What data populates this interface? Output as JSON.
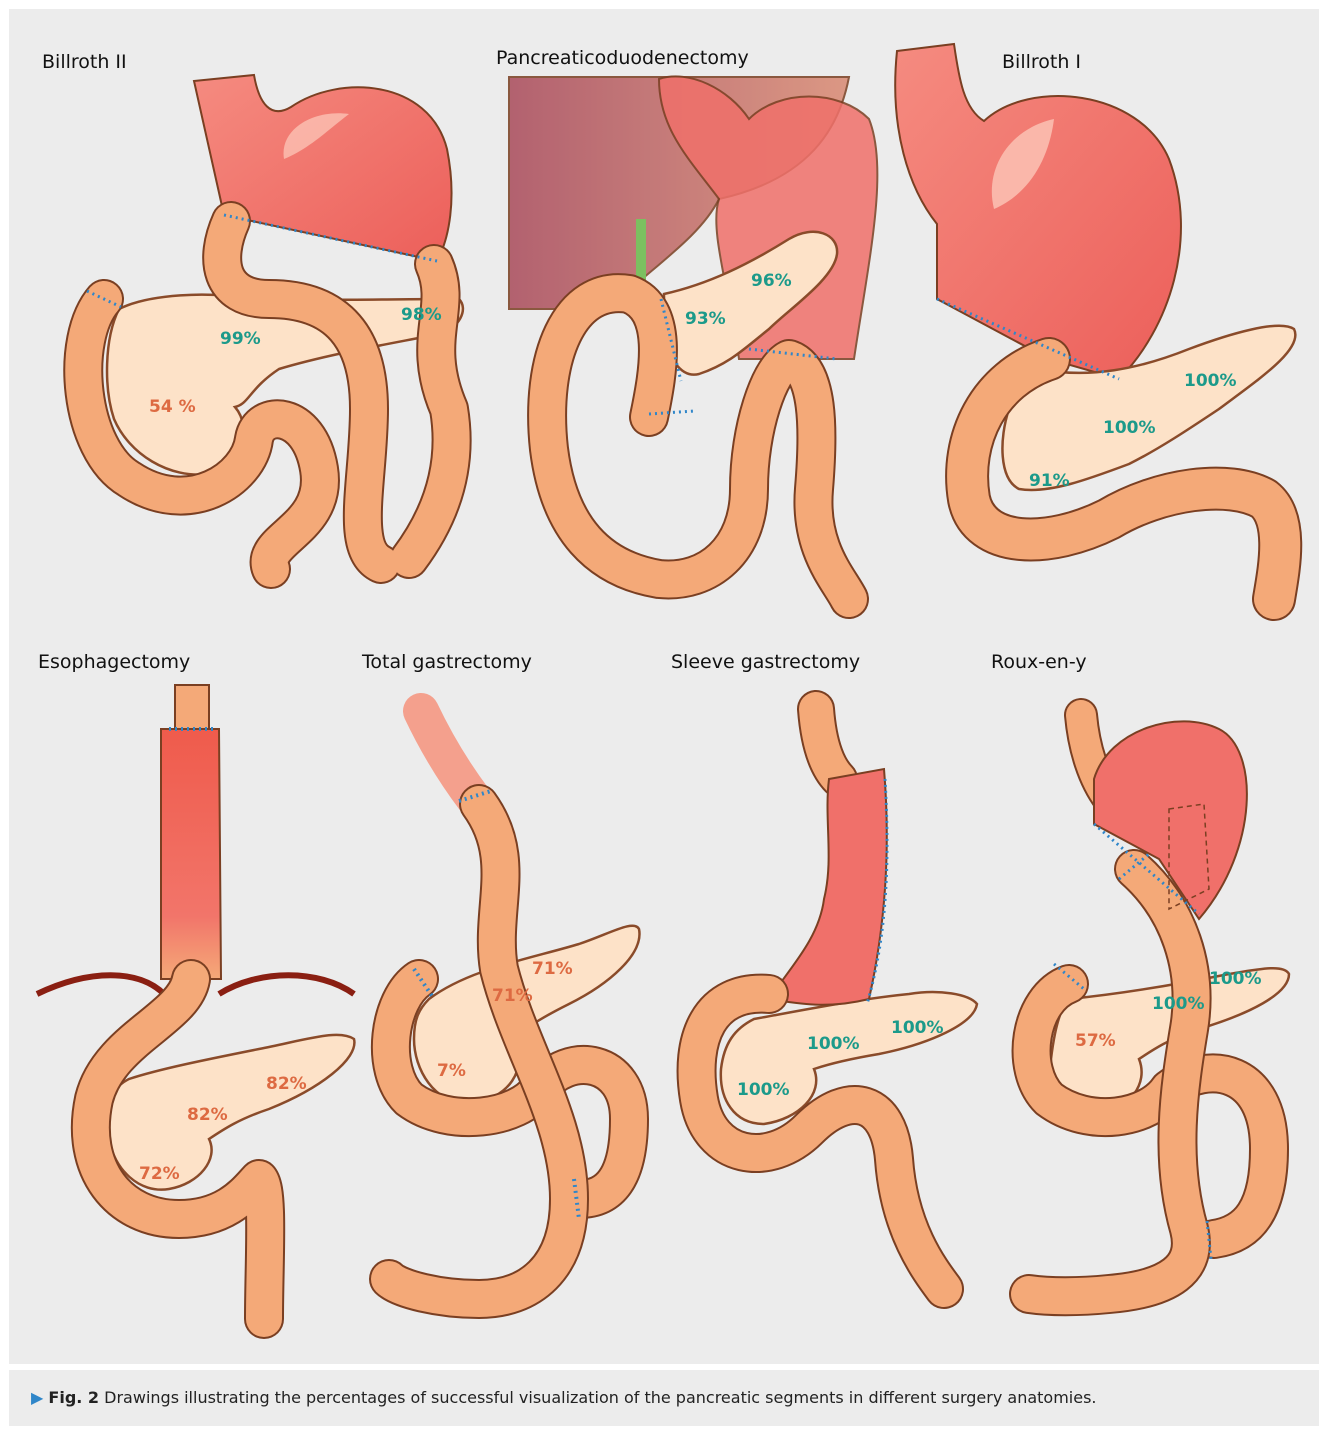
{
  "panels": [
    {
      "title": "Billroth II",
      "labels": [
        "99%",
        "98%",
        "54 %"
      ]
    },
    {
      "title": "Pancreaticoduodenectomy",
      "labels": [
        "96%",
        "93%"
      ]
    },
    {
      "title": "Billroth I",
      "labels": [
        "100%",
        "100%",
        "91%"
      ]
    },
    {
      "title": "Esophagectomy",
      "labels": [
        "82%",
        "82%",
        "72%"
      ]
    },
    {
      "title": "Total gastrectomy",
      "labels": [
        "71%",
        "71%",
        "7%"
      ]
    },
    {
      "title": "Sleeve gastrectomy",
      "labels": [
        "100%",
        "100%",
        "100%"
      ]
    },
    {
      "title": "Roux-en-y",
      "labels": [
        "100%",
        "100%",
        "57%"
      ]
    }
  ],
  "caption": {
    "marker": "▶",
    "fig_label": "Fig. 2",
    "text": "Drawings illustrating the percentages of successful visualization of the pancreatic segments in different surgery anatomies."
  },
  "colors": {
    "background": "#ececec",
    "intestine": "#f4a978",
    "intestine_outline": "#7a3f22",
    "pancreas": "#fde2c8",
    "pancreas_outline": "#8a4b2a",
    "stomach": "#f0706a",
    "liver": "#b45a5e",
    "suture": "#2f86c9",
    "label_success": "#1c9a8a",
    "label_partial": "#dd6a42",
    "diaphragm": "#8a1f12"
  }
}
